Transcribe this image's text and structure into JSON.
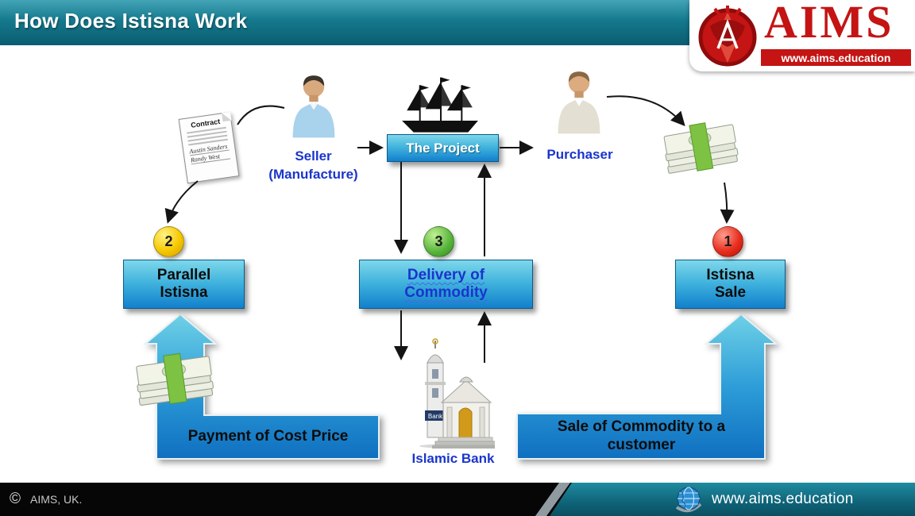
{
  "header": {
    "title": "How Does Istisna Work"
  },
  "logo": {
    "brand": "AIMS",
    "url": "www.aims.education"
  },
  "nodes": {
    "contract_title": "Contract",
    "contract_signature1": "Austin Sanders",
    "contract_signature2": "Randy West",
    "seller_line1": "Seller",
    "seller_line2": "(Manufacture)",
    "project": "The Project",
    "purchaser": "Purchaser",
    "bank_sign": "Bank",
    "islamic_bank": "Islamic Bank"
  },
  "steps": {
    "one": "1",
    "two": "2",
    "three": "3"
  },
  "boxes": {
    "parallel": "Parallel Istisna",
    "delivery": "Delivery of Commodity",
    "istisna_sale": "Istisna Sale"
  },
  "flows": {
    "payment": "Payment of Cost Price",
    "sale": "Sale of Commodity to a customer"
  },
  "footer": {
    "left": "AIMS, UK.",
    "right": "www.aims.education"
  },
  "colors": {
    "header_teal": "#15798d",
    "brand_red": "#c41414",
    "box_blue_top": "#7ed7ea",
    "box_blue_bottom": "#1280cc",
    "label_blue": "#1a35cc",
    "money_band_green": "#7dc242",
    "badge_yellow": "#f6c800",
    "badge_green": "#56b33a",
    "badge_red": "#e83020",
    "footer_teal": "#14788c"
  }
}
